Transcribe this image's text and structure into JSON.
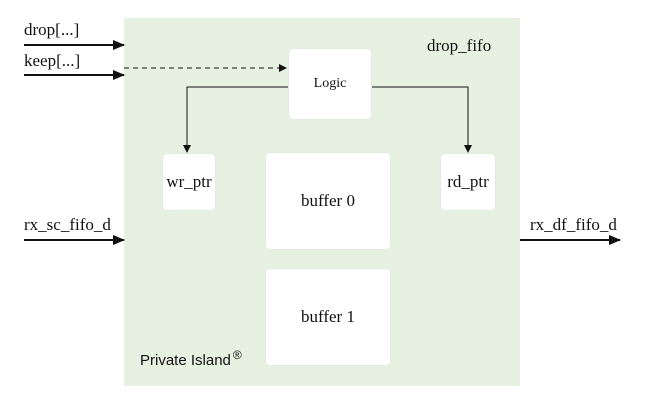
{
  "module": {
    "name": "drop_fifo",
    "brand": "Private Island",
    "brand_mark": "®"
  },
  "blocks": {
    "logic": "Logic",
    "wr_ptr": "wr_ptr",
    "rd_ptr": "rd_ptr",
    "buffer0": "buffer 0",
    "buffer1": "buffer 1"
  },
  "inputs": {
    "drop": "drop[...]",
    "keep": "keep[...]",
    "rx_sc": "rx_sc_fifo_d"
  },
  "outputs": {
    "rx_df": "rx_df_fifo_d"
  },
  "colors": {
    "island_bg": "#e6f1e2",
    "block_bg": "#ffffff",
    "line": "#111111"
  }
}
